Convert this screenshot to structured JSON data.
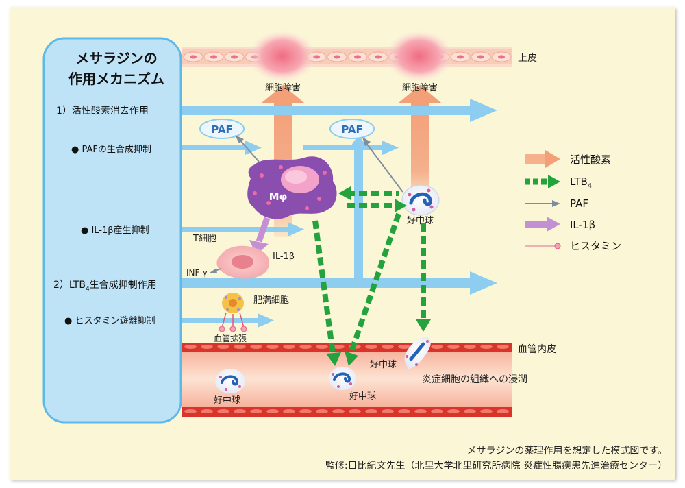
{
  "title_line1": "メサラジンの",
  "title_line2": "作用メカニズム",
  "actions": {
    "scavenge": "1）活性酸素消去作用",
    "paf_inhibit": "● PAFの生合成抑制",
    "il1_inhibit": "● IL-1β産生抑制",
    "ltb4_prefix": "2）LTB",
    "ltb4_sub": "4",
    "ltb4_suffix": "生合成抑制作用",
    "histamine_inhibit": "● ヒスタミン遊離抑制"
  },
  "labels": {
    "epithelium": "上皮",
    "cell_damage_1": "細胞障害",
    "cell_damage_2": "細胞障害",
    "paf_1": "PAF",
    "paf_2": "PAF",
    "macrophage": "Mφ",
    "neutrophil_upper": "好中球",
    "t_cell": "T細胞",
    "il1": "IL-1β",
    "inf_gamma": "INF-γ",
    "mast_cell": "肥満細胞",
    "vasodilation": "血管拡張",
    "endothelium": "血管内皮",
    "neutrophil_vessel_1": "好中球",
    "neutrophil_vessel_2": "好中球",
    "neutrophil_vessel_3": "好中球",
    "infiltration": "炎症細胞の組織への浸潤"
  },
  "legend": {
    "ros": "活性酸素",
    "ltb4_prefix": "LTB",
    "ltb4_sub": "4",
    "paf": "PAF",
    "il1": "IL-1β",
    "histamine": "ヒスタミン"
  },
  "footer": {
    "note": "メサラジンの薬理作用を想定した模式図です。",
    "supervisor": "監修:日比紀文先生（北里大学北里研究所病院 炎症性腸疾患先進治療センター）"
  },
  "colors": {
    "background": "#fbf6d6",
    "panel_fill": "#bfe3f6",
    "panel_border": "#5cb9ea",
    "blue_arrow": "#8ccdf0",
    "ros_arrow": "#f5b08c",
    "ltb4_arrow": "#23a23d",
    "paf_arrow": "#7f8da0",
    "il1_arrow": "#c490d4",
    "histamine": "#e8527a",
    "macrophage": "#8a4fae",
    "vessel": "#d8342a"
  }
}
